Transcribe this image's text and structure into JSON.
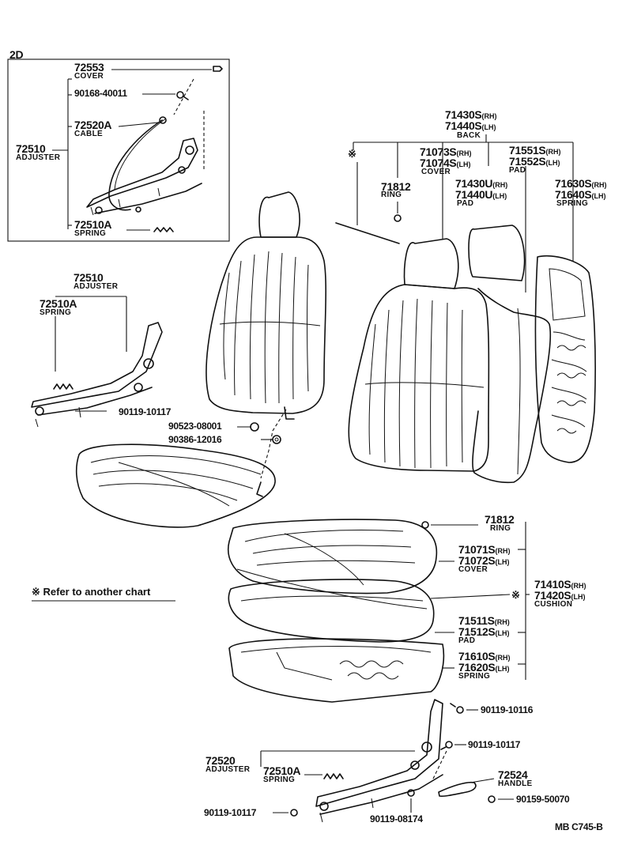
{
  "diagram": {
    "group_code": "2D",
    "footer_code": "MB  C745-B",
    "refer_note": "※ Refer to another chart"
  },
  "inset": {
    "cover": {
      "number": "72553",
      "name": "COVER"
    },
    "bolt": {
      "number": "90168-40011"
    },
    "cable": {
      "number": "72520A",
      "name": "CABLE"
    },
    "adjuster": {
      "number": "72510",
      "name": "ADJUSTER"
    },
    "spring": {
      "number": "72510A",
      "name": "SPRING"
    }
  },
  "left_group": {
    "adjuster": {
      "number": "72510",
      "name": "ADJUSTER"
    },
    "spring": {
      "number": "72510A",
      "name": "SPRING"
    },
    "bolt": {
      "number": "90119-10117"
    },
    "nut": {
      "number": "90523-08001"
    },
    "washer": {
      "number": "90386-12016"
    }
  },
  "back": {
    "back_rh": {
      "number": "71430S",
      "suffix": "(RH)"
    },
    "back_lh": {
      "number": "71440S",
      "suffix": "(LH)"
    },
    "back_name": "BACK",
    "refer_mark": "※",
    "ring": {
      "number": "71812",
      "name": "RING"
    },
    "cover_rh": {
      "number": "71073S",
      "suffix": "(RH)"
    },
    "cover_lh": {
      "number": "71074S",
      "suffix": "(LH)"
    },
    "cover_name": "COVER",
    "pad_a_rh": {
      "number": "71551S",
      "suffix": "(RH)"
    },
    "pad_a_lh": {
      "number": "71552S",
      "suffix": "(LH)"
    },
    "pad_a_name": "PAD",
    "pad_b_rh": {
      "number": "71430U",
      "suffix": "(RH)"
    },
    "pad_b_lh": {
      "number": "71440U",
      "suffix": "(LH)"
    },
    "pad_b_name": "PAD",
    "spring_rh": {
      "number": "71630S",
      "suffix": "(RH)"
    },
    "spring_lh": {
      "number": "71640S",
      "suffix": "(LH)"
    },
    "spring_name": "SPRING"
  },
  "cushion": {
    "ring": {
      "number": "71812",
      "name": "RING"
    },
    "cover_rh": {
      "number": "71071S",
      "suffix": "(RH)"
    },
    "cover_lh": {
      "number": "71072S",
      "suffix": "(LH)"
    },
    "cover_name": "COVER",
    "refer_mark": "※",
    "cushion_rh": {
      "number": "71410S",
      "suffix": "(RH)"
    },
    "cushion_lh": {
      "number": "71420S",
      "suffix": "(LH)"
    },
    "cushion_name": "CUSHION",
    "pad_rh": {
      "number": "71511S",
      "suffix": "(RH)"
    },
    "pad_lh": {
      "number": "71512S",
      "suffix": "(LH)"
    },
    "pad_name": "PAD",
    "spring_rh": {
      "number": "71610S",
      "suffix": "(RH)"
    },
    "spring_lh": {
      "number": "71620S",
      "suffix": "(LH)"
    },
    "spring_name": "SPRING"
  },
  "bottom_group": {
    "bolt_a": {
      "number": "90119-10116"
    },
    "bolt_b": {
      "number": "90119-10117"
    },
    "adjuster": {
      "number": "72520",
      "name": "ADJUSTER"
    },
    "spring": {
      "number": "72510A",
      "name": "SPRING"
    },
    "handle": {
      "number": "72524",
      "name": "HANDLE"
    },
    "bolt_c": {
      "number": "90119-10117"
    },
    "bolt_d": {
      "number": "90119-08174"
    },
    "bolt_e": {
      "number": "90159-50070"
    }
  }
}
